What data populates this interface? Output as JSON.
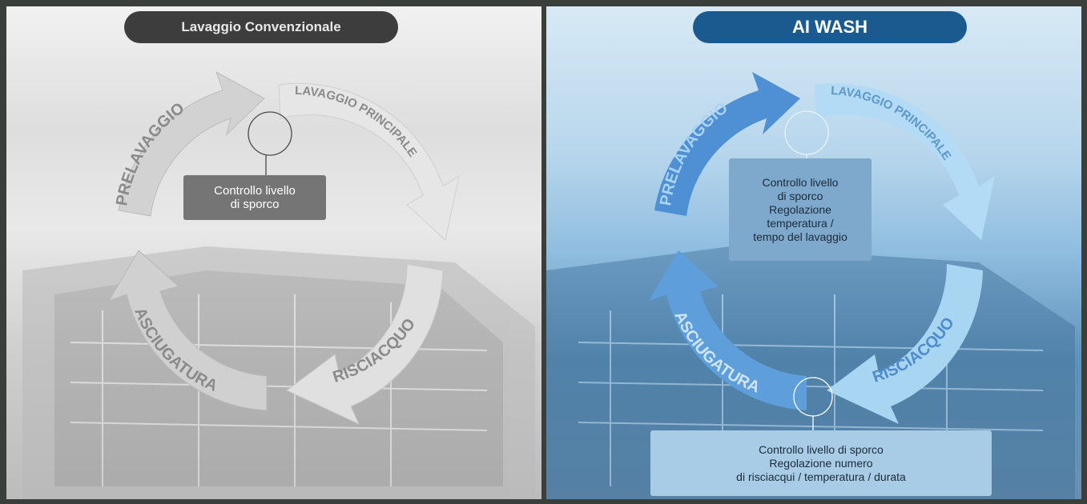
{
  "left_panel": {
    "title": "Lavaggio Convenzionale",
    "steps": [
      "PRELAVAGGIO",
      "LAVAGGIO PRINCIPALE",
      "RISCIACQUO",
      "ASCIUGATURA"
    ],
    "note": "Controllo livello\ndi sporco"
  },
  "right_panel": {
    "title": "AI WASH",
    "steps": [
      "PRELAVAGGIO",
      "LAVAGGIO PRINCIPALE",
      "RISCIACQUO",
      "ASCIUGATURA"
    ],
    "note_top": "Controllo livello\ndi sporco\nRegolazione\ntemperatura /\ntempo del lavaggio",
    "note_bottom": "Controllo livello di  sporco\nRegolazione numero\ndi risciacqui / temperatura / durata"
  },
  "colors": {
    "background": "#3a3f3c",
    "grey_pill": "#3d3d3d",
    "blue_pill": "#1a5a8f",
    "arrow_grey": "#d8d8d8",
    "arrow_blue_dark": "#3c7fc7",
    "arrow_blue_light": "#a9d4f0"
  }
}
